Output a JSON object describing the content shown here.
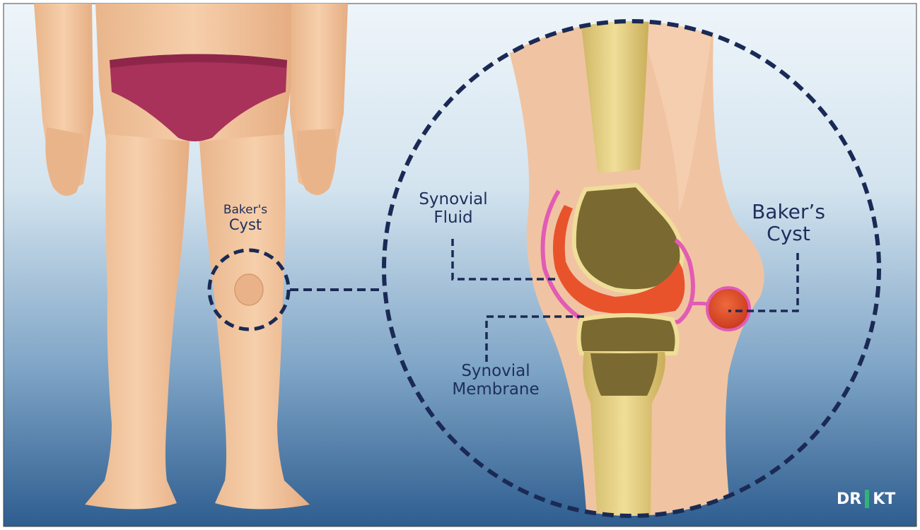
{
  "labels": {
    "small_baker_line1": "Baker's",
    "small_baker_line2": "Cyst",
    "synovial_fluid_line1": "Synovial",
    "synovial_fluid_line2": "Fluid",
    "synovial_membrane_line1": "Synovial",
    "synovial_membrane_line2": "Membrane",
    "big_baker_line1": "Baker’s",
    "big_baker_line2": "Cyst"
  },
  "logo": {
    "left": "DR",
    "right": "KT"
  },
  "colors": {
    "background_top": "#e8f2f8",
    "background_bottom": "#2f5f90",
    "skin": "#f2c49e",
    "underwear": "#a8325a",
    "bone": "#e7d389",
    "marrow": "#7a6a32",
    "synovial_fluid": "#e8532c",
    "membrane": "#e25bb4",
    "dashed_line": "#1a2a55",
    "label_text": "#1d2f5a",
    "logo_accent": "#2fb37a"
  }
}
